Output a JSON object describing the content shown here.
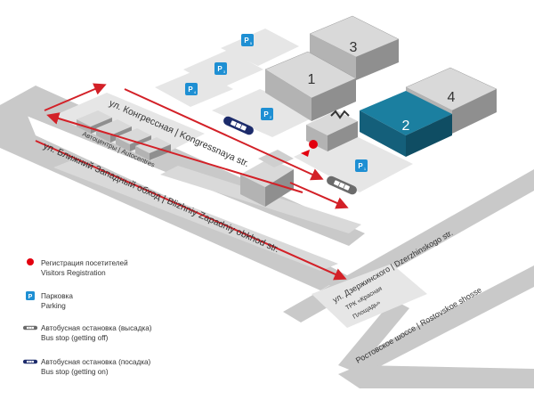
{
  "halls": [
    {
      "number": "1"
    },
    {
      "number": "2"
    },
    {
      "number": "3"
    },
    {
      "number": "4"
    }
  ],
  "parkings": [
    {
      "letter": "P",
      "sub": "1"
    },
    {
      "letter": "P",
      "sub": "2"
    },
    {
      "letter": "P",
      "sub": "3"
    },
    {
      "letter": "P",
      "sub": "4"
    },
    {
      "letter": "P",
      "sub": "5"
    }
  ],
  "roads": {
    "kongress": "ул. Конгрессная | Kongressnaya str.",
    "west_bypass": "ул. Ближний Западный обход | Blizhniy Zapadniy obkhod str.",
    "dzerzhinskogo": "ул. Дзержинского | Dzerzhinskogo str.",
    "rostov": "Ростовское шоссе | Rostovskoe shosse"
  },
  "places": {
    "autocentres": "Автоцентры | Autocentres",
    "mall_line1": "ТРК «Красная",
    "mall_line2": "Площадь»"
  },
  "legend": {
    "registration_ru": "Регистрация посетителей",
    "registration_en": "Visitors Registration",
    "parking_icon": "P",
    "parking_ru": "Парковка",
    "parking_en": "Parking",
    "busoff_ru": "Автобусная остановка (высадка)",
    "busoff_en": "Bus stop (getting off)",
    "buson_ru": "Автобусная остановка (посадка)",
    "buson_en": "Bus stop (getting on)"
  },
  "colors": {
    "road": "#c9c9c9",
    "block": "#e6e6e6",
    "building_top": "#d9d9d9",
    "building_front": "#b3b3b3",
    "building_side": "#8f8f8f",
    "hall2_top": "#1b7fa0",
    "hall2_front": "#145f7a",
    "parking_blue": "#1e8fd3",
    "route_red": "#d32027",
    "registration_red": "#e3000f",
    "bus_on_navy": "#1c2b6b",
    "bus_off_gray": "#6b6b6b"
  }
}
